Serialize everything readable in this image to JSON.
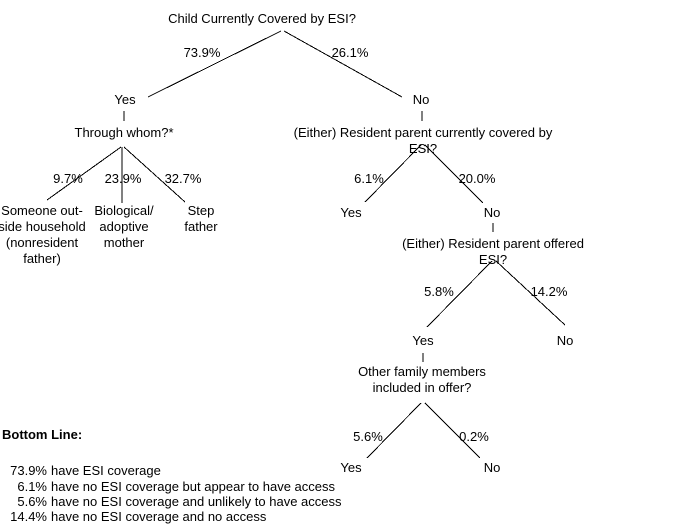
{
  "tree": {
    "root": {
      "question": "Child Currently Covered by ESI?",
      "yes_pct": "73.9%",
      "no_pct": "26.1%",
      "yes": "Yes",
      "no": "No"
    },
    "through_whom": {
      "question": "Through whom?*",
      "branches": [
        {
          "pct": "9.7%",
          "label": "Someone out-\nside household\n(nonresident\nfather)"
        },
        {
          "pct": "23.9%",
          "label": "Biological/\nadoptive\nmother"
        },
        {
          "pct": "32.7%",
          "label": "Step\nfather"
        }
      ]
    },
    "resident_covered": {
      "question": "(Either) Resident parent currently covered by ESI?",
      "yes_pct": "6.1%",
      "no_pct": "20.0%",
      "yes": "Yes",
      "no": "No"
    },
    "resident_offered": {
      "question": "(Either) Resident parent offered ESI?",
      "yes_pct": "5.8%",
      "no_pct": "14.2%",
      "yes": "Yes",
      "no": "No"
    },
    "family_members": {
      "question": "Other family members\nincluded in offer?",
      "yes_pct": "5.6%",
      "no_pct": "0.2%",
      "yes": "Yes",
      "no": "No"
    }
  },
  "bottom_line": {
    "title": "Bottom Line:",
    "items": [
      {
        "pct": "73.9%",
        "text": "have ESI coverage"
      },
      {
        "pct": "6.1%",
        "text": "have no ESI coverage but appear to have access"
      },
      {
        "pct": "5.6%",
        "text": "have no ESI coverage and unlikely to have access"
      },
      {
        "pct": "14.4%",
        "text": "have no ESI coverage and no access"
      }
    ]
  },
  "colors": {
    "background": "#ffffff",
    "text": "#000000",
    "line": "#000000"
  }
}
